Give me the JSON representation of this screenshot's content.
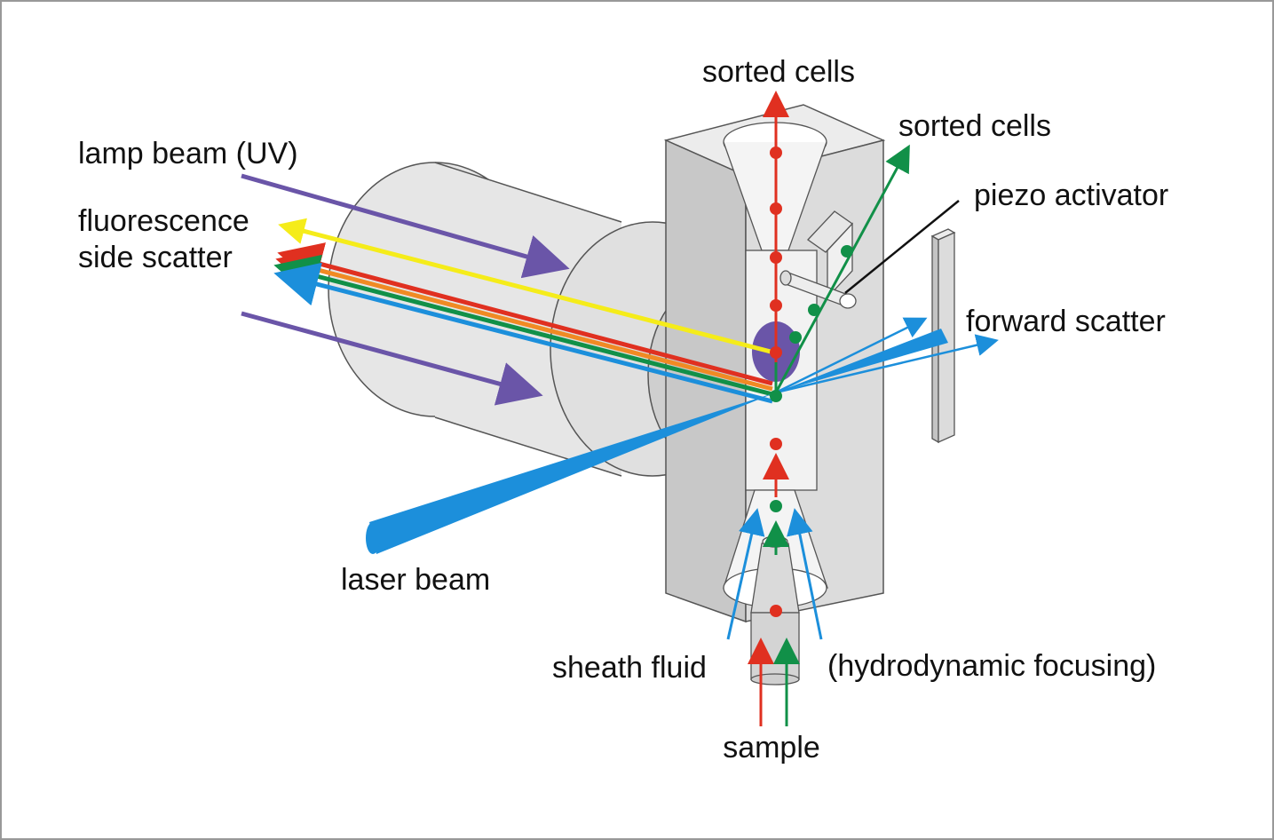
{
  "labels": {
    "sorted_cells_top": "sorted cells",
    "sorted_cells_right": "sorted cells",
    "lamp_beam": "lamp beam (UV)",
    "fluorescence": "fluorescence",
    "side_scatter": "side scatter",
    "piezo_activator": "piezo activator",
    "forward_scatter": "forward scatter",
    "laser_beam": "laser beam",
    "sheath_fluid": "sheath fluid",
    "hydrodynamic_focusing": "(hydrodynamic focusing)",
    "sample": "sample"
  },
  "colors": {
    "background": "#ffffff",
    "frame": "#999999",
    "device_fill": "#dcdcdc",
    "device_light": "#e8e8e8",
    "device_dark": "#c4c4c4",
    "outline": "#555555",
    "lamp_uv": "#6a55a8",
    "fluorescence_yellow": "#f5ec1a",
    "red_cells": "#e03020",
    "orange": "#f08a24",
    "green_cells": "#119048",
    "laser_blue": "#1c8fdb",
    "focus_spot": "#6a55a8",
    "text": "#111111"
  },
  "icons": {
    "optics_cylinder": "lens-cylinder-icon",
    "flow_cell": "flow-cell-block-icon",
    "forward_detector": "detector-plate-icon",
    "sample_nozzle": "sample-nozzle-icon"
  }
}
